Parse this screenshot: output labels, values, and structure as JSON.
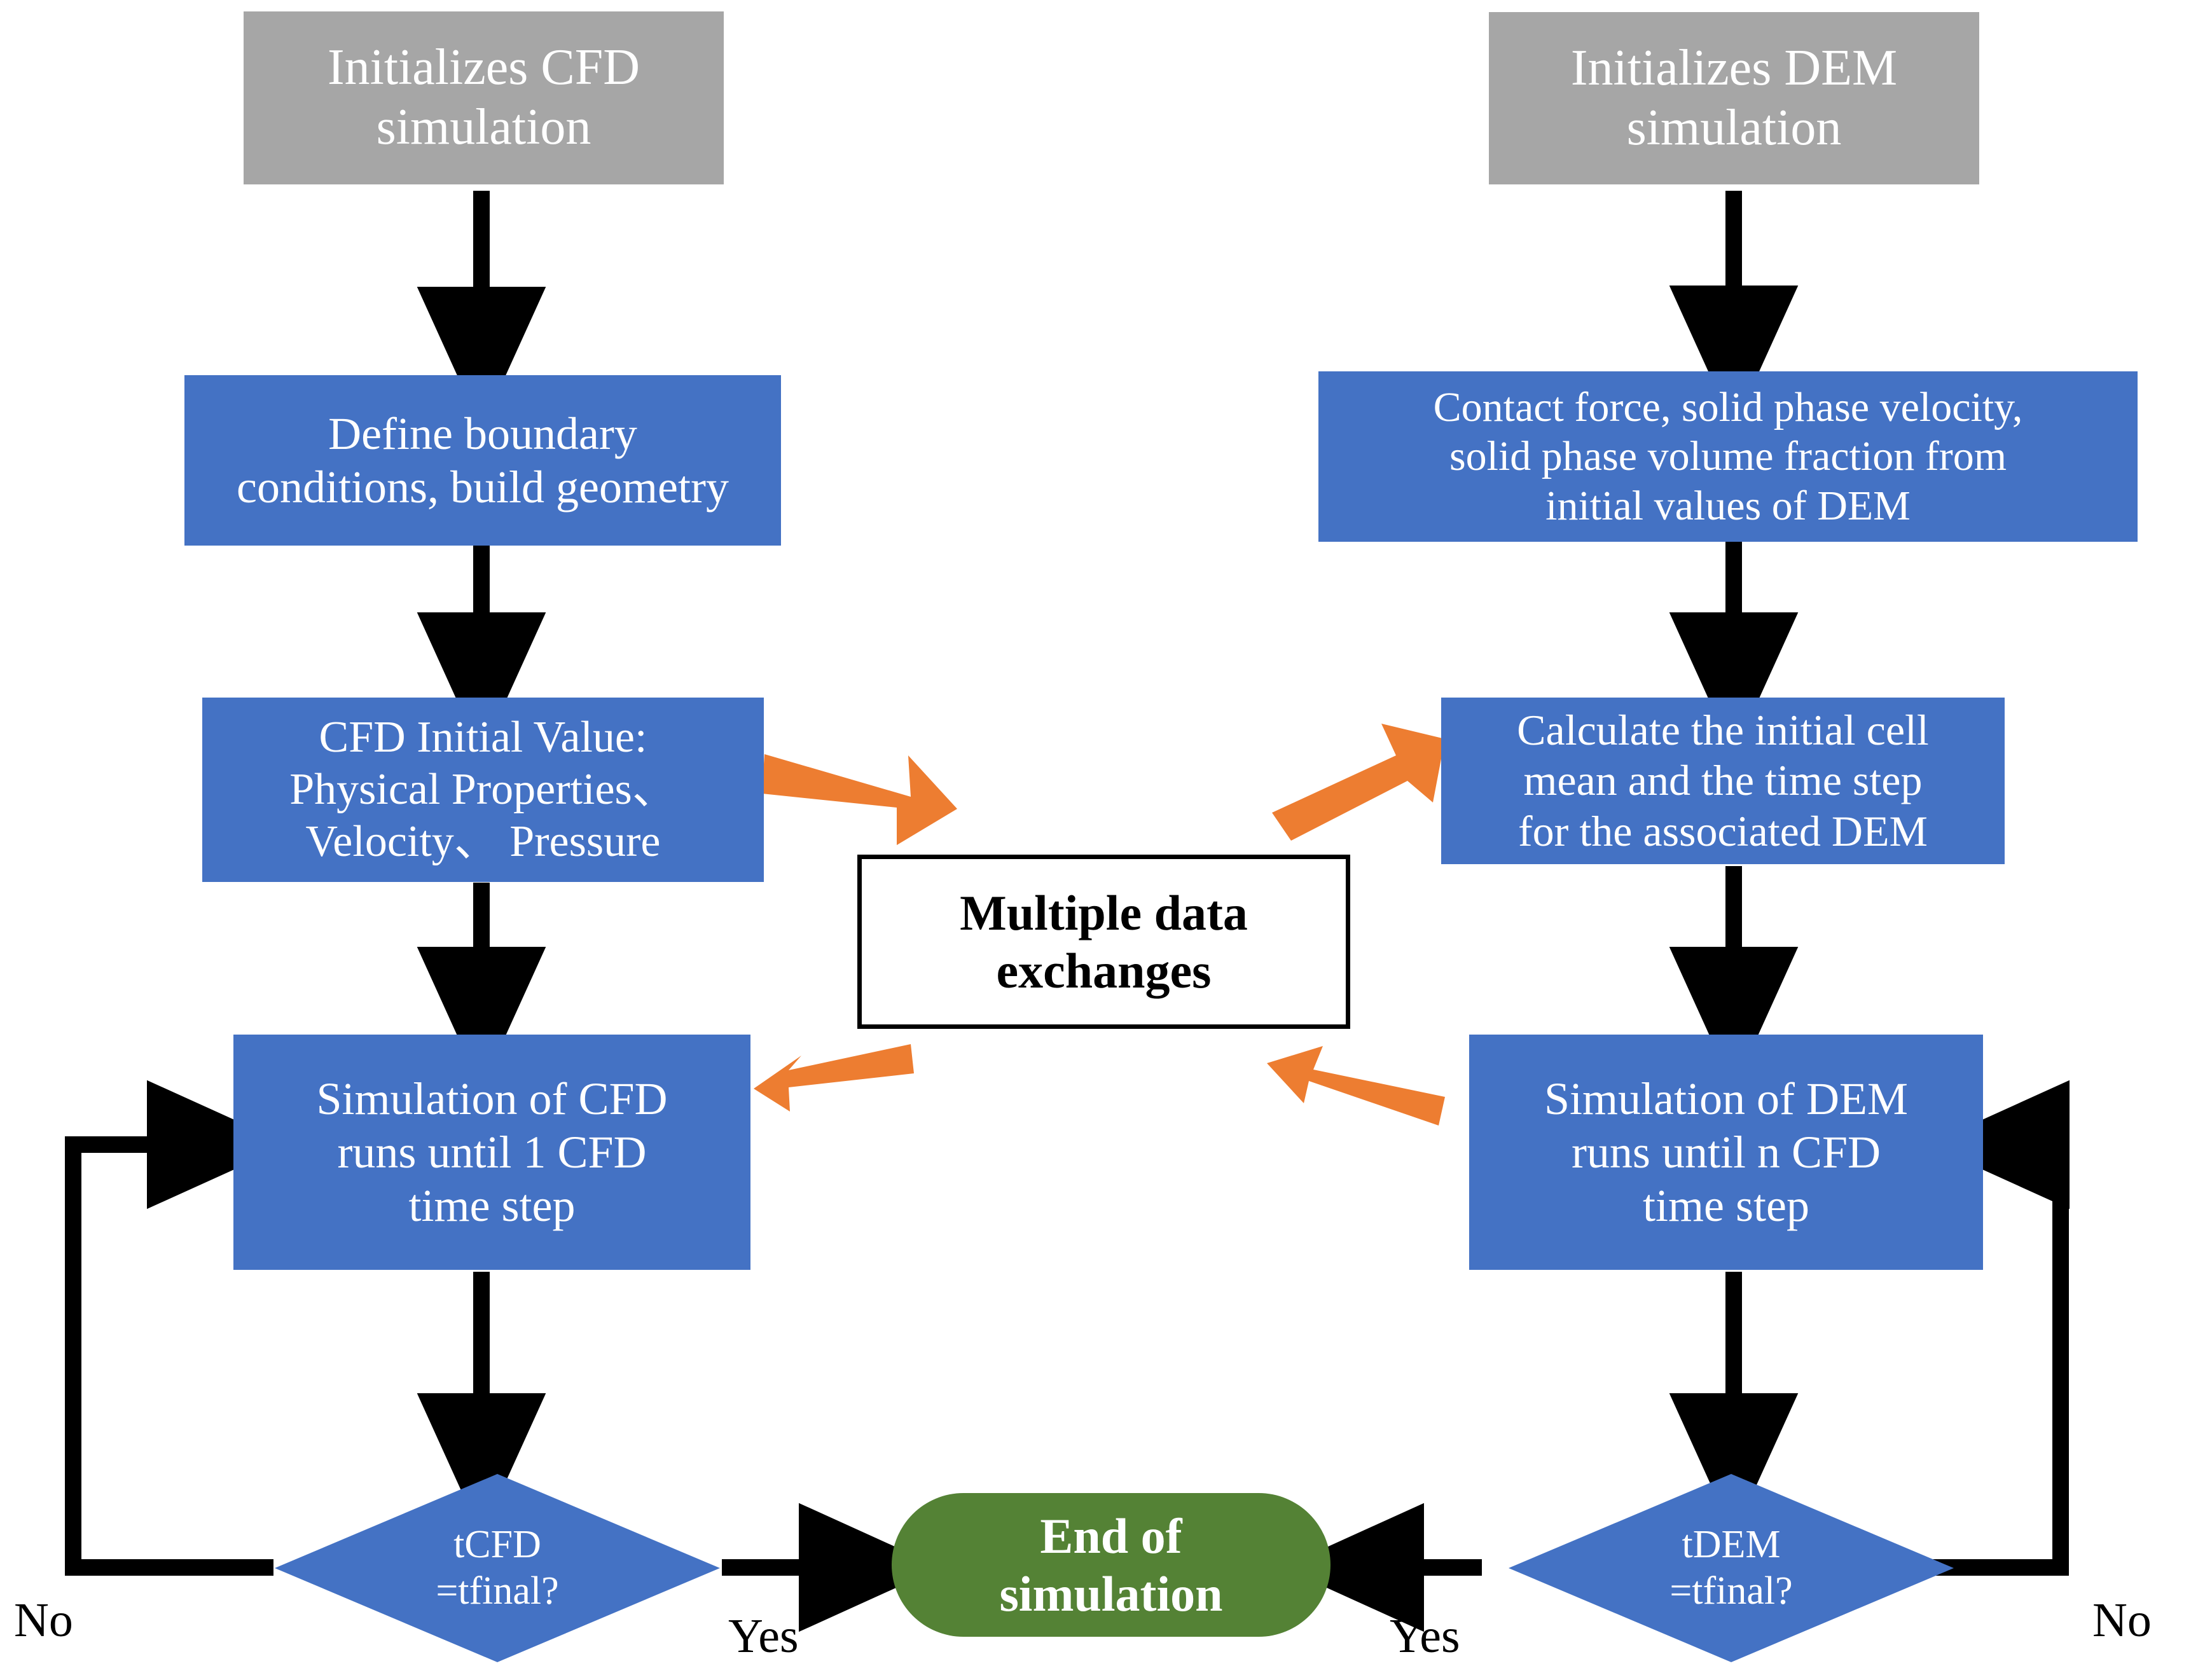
{
  "diagram": {
    "title": "CFD-DEM coupled simulation flowchart",
    "colors": {
      "gray": "#A6A6A6",
      "blue": "#4472C4",
      "green": "#548235",
      "orange": "#ED7D31",
      "black": "#000000",
      "white": "#FFFFFF"
    },
    "nodes": {
      "init_cfd": "Initializes CFD\nsimulation",
      "init_dem": "Initializes DEM\nsimulation",
      "define_bc": "Define boundary\nconditions, build geometry",
      "contact_force": "Contact force, solid phase velocity,\nsolid phase volume fraction from\ninitial values of DEM",
      "cfd_initial_value": "CFD Initial Value:\nPhysical Properties、\nVelocity、 Pressure",
      "calculate_cell": "Calculate the initial cell\nmean and the time step\nfor the associated DEM",
      "multiple_exchanges": "Multiple data\nexchanges",
      "sim_cfd": "Simulation of CFD\nruns until 1 CFD\ntime step",
      "sim_dem": "Simulation of DEM\nruns until n CFD\ntime step",
      "decision_cfd": "tCFD\n=tfinal?",
      "decision_dem": "tDEM\n=tfinal?",
      "end": "End of\nsimulation"
    },
    "edge_labels": {
      "no_left": "No",
      "yes_left": "Yes",
      "yes_right": "Yes",
      "no_right": "No"
    }
  }
}
